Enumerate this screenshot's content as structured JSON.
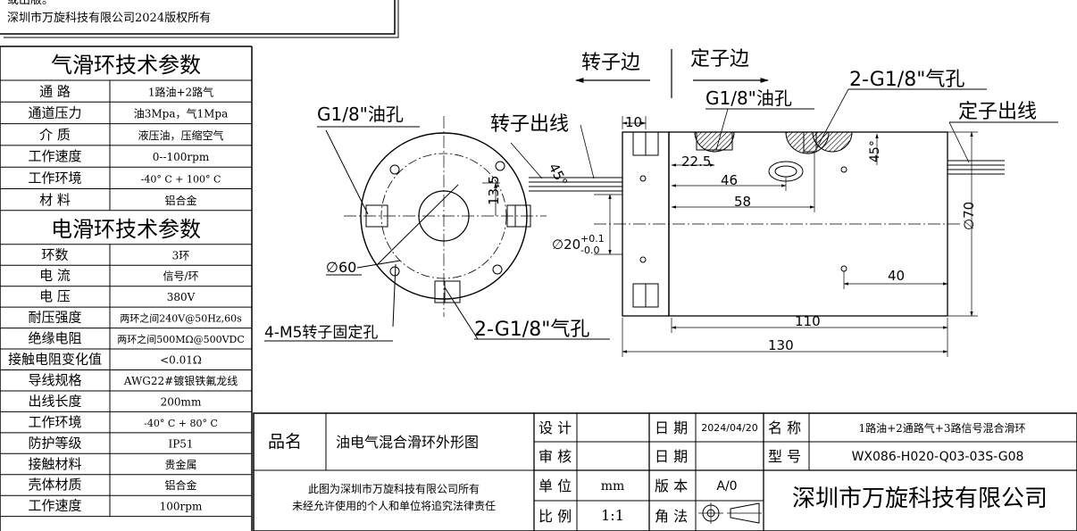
{
  "notice": {
    "line1": "或出版。",
    "line2": "深圳市万旋科技有限公司2024版权所有"
  },
  "gas_section": {
    "title": "气滑环技术参数",
    "rows": [
      {
        "label": "通  路",
        "value": "1路油+2路气"
      },
      {
        "label": "通道压力",
        "value": "油3Mpa，气1Mpa"
      },
      {
        "label": "介  质",
        "value": "液压油，压缩空气"
      },
      {
        "label": "工作速度",
        "value": "0--100rpm"
      },
      {
        "label": "工作环境",
        "value": "-40° C + 100° C"
      },
      {
        "label": "材  料",
        "value": "铝合金"
      }
    ]
  },
  "elec_section": {
    "title": "电滑环技术参数",
    "rows": [
      {
        "label": "环数",
        "value": "3环"
      },
      {
        "label": "电  流",
        "value": "信号/环"
      },
      {
        "label": "电  压",
        "value": "380V"
      },
      {
        "label": "耐压强度",
        "value": "两环之间240V@50Hz,60s"
      },
      {
        "label": "绝缘电阻",
        "value": "两环之间500MΩ@500VDC"
      },
      {
        "label": "接触电阻变化值",
        "value": "<0.01Ω"
      },
      {
        "label": "导线规格",
        "value": "AWG22#镀银铁氟龙线"
      },
      {
        "label": "出线长度",
        "value": "200mm"
      },
      {
        "label": "工作环境",
        "value": "-40° C + 80° C"
      },
      {
        "label": "防护等级",
        "value": "IP51"
      },
      {
        "label": "接触材料",
        "value": "贵金属"
      },
      {
        "label": "壳体材质",
        "value": "铝合金"
      },
      {
        "label": "工作速度",
        "value": "100rpm"
      }
    ]
  },
  "drawing": {
    "rotor_side": "转子边",
    "stator_side": "定子边",
    "oil_hole_left": "G1/8\"油孔",
    "rotor_leads": "转子出线",
    "angle_left": "45°",
    "dim_13_5": "13.5",
    "dim_d60": "∅60",
    "fix_holes": "4-M5转子固定孔",
    "air_holes_bottom": "2-G1/8\"气孔",
    "dim_10": "10",
    "oil_hole_top": "G1/8\"油孔",
    "air_holes_top": "2-G1/8\"气孔",
    "stator_leads": "定子出线",
    "dim_22_5": "22.5",
    "dim_46": "46",
    "dim_58": "58",
    "angle_right": "45°",
    "dim_d20": "∅20",
    "tol_upper": "+0.1",
    "tol_lower": "-0.0",
    "dim_d70": "∅70",
    "dim_40": "40",
    "dim_110": "110",
    "dim_130": "130"
  },
  "title_block": {
    "product_label": "品名",
    "product_name": "油电气混合滑环外形图",
    "copyright_line1": "此图为深圳市万旋科技有限公司所有",
    "copyright_line2": "未经允许使用的个人和单位将追究法律责任",
    "design_label": "设 计",
    "review_label": "审 核",
    "unit_label": "单 位",
    "unit_value": "mm",
    "scale_label": "比 例",
    "scale_value": "1:1",
    "date_label": "日 期",
    "date_value": "2024/04/20",
    "date2_label": "日 期",
    "version_label": "版 本",
    "version_value": "A/0",
    "projection_label": "角 法",
    "name_label": "名 称",
    "name_value": "1路油+2通路气+3路信号混合滑环",
    "model_label": "型 号",
    "model_value": "WX086-H020-Q03-03S-G08",
    "company": "深圳市万旋科技有限公司"
  }
}
